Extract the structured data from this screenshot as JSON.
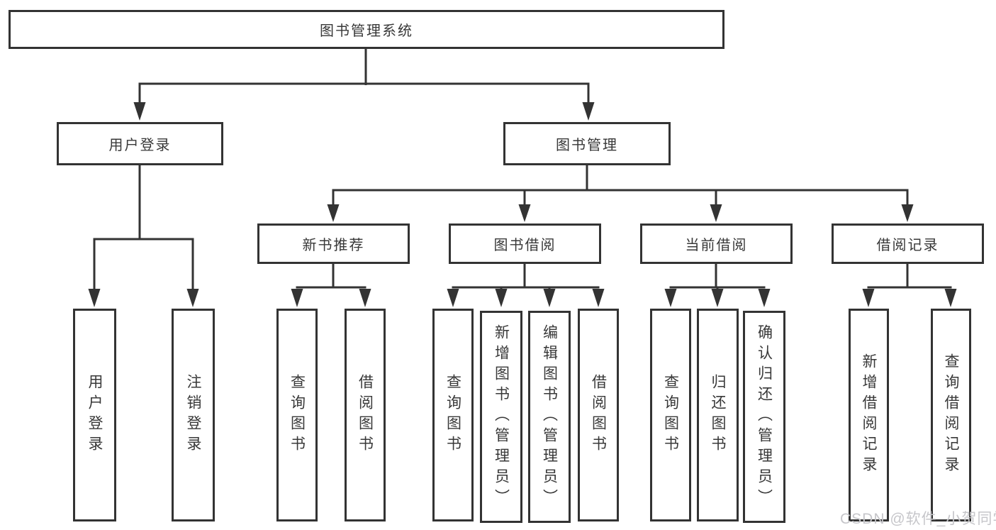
{
  "diagram": {
    "root": {
      "label": "图书管理系统"
    },
    "branches": [
      {
        "label": "用户登录",
        "children": [
          {
            "label": "用户登录"
          },
          {
            "label": "注销登录"
          }
        ]
      },
      {
        "label": "图书管理",
        "sections": [
          {
            "label": "新书推荐",
            "children": [
              {
                "label": "查询图书"
              },
              {
                "label": "借阅图书"
              }
            ]
          },
          {
            "label": "图书借阅",
            "children": [
              {
                "label": "查询图书"
              },
              {
                "label": "新增图书（管理员）"
              },
              {
                "label": "编辑图书（管理员）"
              },
              {
                "label": "借阅图书"
              }
            ]
          },
          {
            "label": "当前借阅",
            "children": [
              {
                "label": "查询图书"
              },
              {
                "label": "归还图书"
              },
              {
                "label": "确认归还（管理员）"
              }
            ]
          },
          {
            "label": "借阅记录",
            "children": [
              {
                "label": "新增借阅记录"
              },
              {
                "label": "查询借阅记录"
              }
            ]
          }
        ]
      }
    ]
  },
  "watermark": {
    "text": "CSDN @软件_小贺同学",
    "color": "#c6c6ca"
  },
  "colors": {
    "line": "#333333",
    "box_border": "#333333",
    "box_background": "#ffffff",
    "text": "#383838",
    "page_background": "#ffffff"
  }
}
